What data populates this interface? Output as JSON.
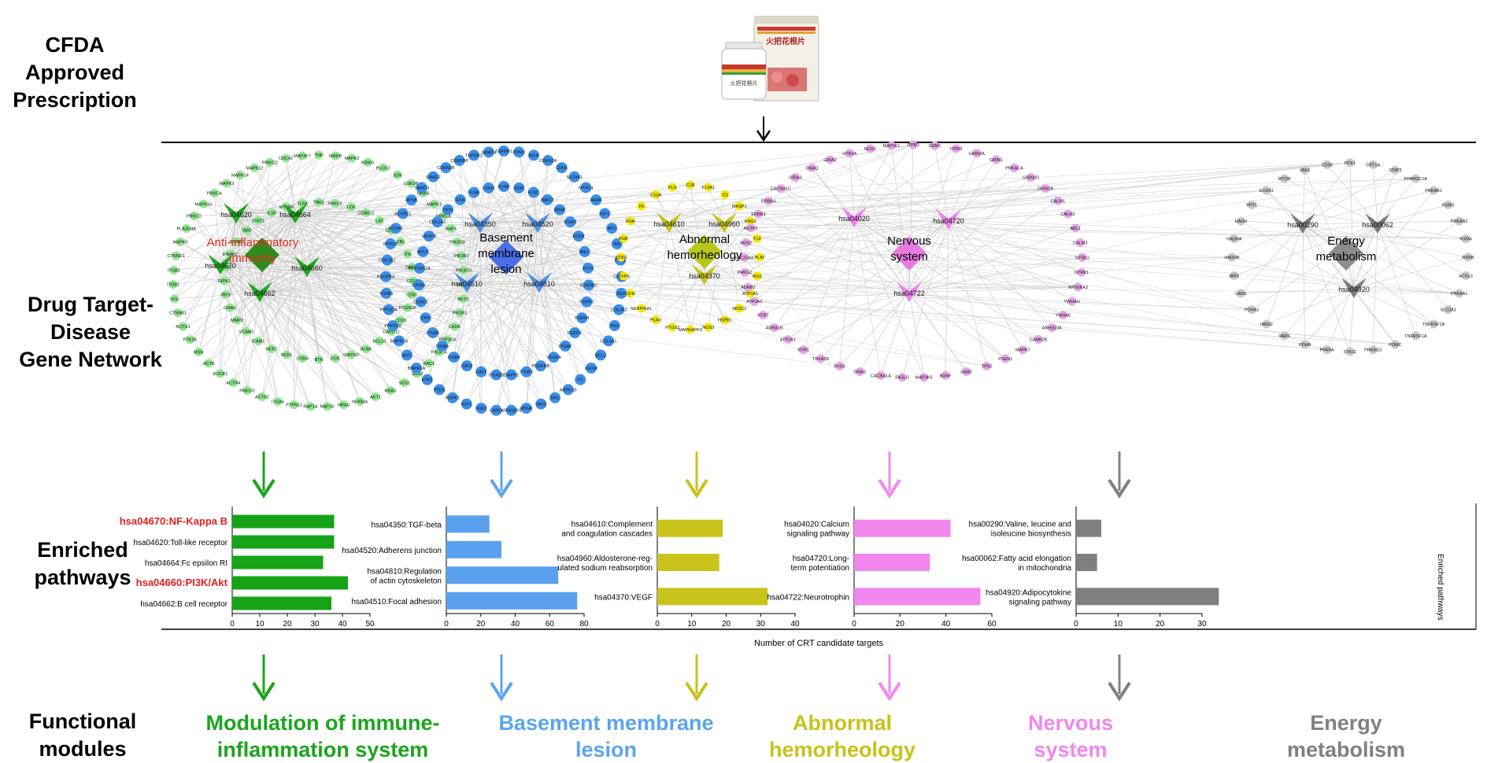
{
  "rows": {
    "prescription": "CFDA Approved\nPrescription",
    "network": "Drug Target-\nDisease\nGene Network",
    "pathways": "Enriched\npathways",
    "modules": "Functional\nmodules"
  },
  "product": {
    "box_label": "火把花根片",
    "bottle_label": "火把花根片"
  },
  "network": {
    "clusters": [
      {
        "id": "immune",
        "color": "#1fa71f",
        "node_color": "#8fe88f",
        "hub_label": "Anti-inflammatory\nimmunity",
        "hub_color": "#2e8b1e",
        "hub_text_color": "#e0301e",
        "pathways": [
          "hsa04620",
          "hsa04664",
          "hsa04670",
          "hsa04660",
          "hsa04662"
        ],
        "genes": [
          "TNF",
          "IKBKB",
          "MAPK3",
          "IKBKG",
          "PLCG2",
          "JUN",
          "GSK3B",
          "NRAS",
          "MAPK1",
          "PRKCB",
          "RAF1",
          "PIK3CB",
          "PIK3R2",
          "PIK3CG",
          "PIK3R3",
          "AKT2",
          "PIK3R1",
          "CHUK",
          "PPP3CA",
          "PIK3CA",
          "RAC1",
          "SOS2",
          "SOS1",
          "KRAS",
          "AKT1",
          "NFKBIA",
          "HRAS",
          "RAP1B",
          "RAP1A",
          "PTPN11",
          "ITGA4",
          "ACTN2",
          "PRKCG",
          "ACTN4",
          "ROCK1",
          "ACTB",
          "MSN",
          "PTK2B",
          "ACTG1",
          "CTNNB1",
          "VCL",
          "ITGB1",
          "ITGB2",
          "CTNND1",
          "MAPK8",
          "PLA2G4A",
          "PRKCD",
          "MAPK10",
          "PRKCA",
          "MAPK9",
          "MAPK14",
          "MAPK12",
          "PRKCQ",
          "CDC42",
          "MAP3K7"
        ],
        "inner_genes": [
          "TBK1",
          "PRKCE",
          "LCK",
          "CD40LG",
          "LAT",
          "CDK4",
          "CBL",
          "ITK",
          "ZAP70",
          "CD247",
          "CD81",
          "FCGR2B",
          "CD19",
          "CARD11",
          "BCL10",
          "BLNK",
          "INPP5D",
          "FOS",
          "BTK",
          "CYBA",
          "NCF1",
          "NCF2",
          "ICAM1",
          "VCAM1",
          "MMP2",
          "GNAQ",
          "IRF3",
          "RIPK1",
          "IKBKE",
          "IFNAR2",
          "IFNAR1",
          "TAB2",
          "STAT1",
          "IL1B",
          "MYD88",
          "TLR4"
        ]
      },
      {
        "id": "basement",
        "color": "#4b8ee0",
        "node_color": "#3b8ee8",
        "hub_label": "Basement\nmembrane\nlesion",
        "hub_color": "#4a6fe8",
        "hub_text_color": "#000000",
        "pathways": [
          "hsa04350",
          "hsa04520",
          "hsa04510",
          "hsa04810"
        ],
        "genes": [
          "TGFBR1",
          "ITPR2",
          "INSR",
          "CDKN2A",
          "CDH1",
          "SLC9A1",
          "MYH14",
          "ARAF",
          "IGF1",
          "APC",
          "INS",
          "PFN1",
          "COL4A1",
          "RDX",
          "COL4A2",
          "FN1",
          "COL6A1",
          "BCL2",
          "IGF1R",
          "F2",
          "ARPC1B",
          "SRC",
          "VAV3",
          "MYH9",
          "ARHGEF6",
          "LIMK1",
          "FGF2",
          "IGF1",
          "PDPK1",
          "PTEN",
          "RTK2",
          "BMPR1A",
          "MYC",
          "BMPR1B",
          "PPP2CB",
          "PPP2CA",
          "TGFB1",
          "PDGFRA",
          "COL1A1",
          "PPP1R",
          "ACVR1",
          "ACVRL1",
          "RPSB",
          "SMAD3",
          "SMAD2",
          "CDKN2B",
          "CREBBP",
          "TGFBR2",
          "SMAD4"
        ],
        "inner_genes": [
          "FLNB",
          "KDR",
          "FLNC",
          "BIRC2",
          "BRAF",
          "ITGA3",
          "EGFR",
          "MET",
          "FLT4",
          "BDKRB2",
          "FGFR3",
          "FGFR4",
          "FGFR1",
          "ITGAV",
          "VEGFA",
          "PDGFRB",
          "ITGB3",
          "DIAPH1",
          "ITGA2B",
          "CAV1",
          "CAV2",
          "ITGB4",
          "ITGB5",
          "ITGA5",
          "CRK",
          "CCND1",
          "EP300",
          "PPP1R12A",
          "MYLK",
          "VEGFB",
          "COL1A2",
          "DCN",
          "GSN",
          "FLNA",
          "CDH2"
        ]
      },
      {
        "id": "hemo",
        "color": "#c8c21a",
        "node_color": "#f5e800",
        "hub_label": "Abnormal\nhemorheology",
        "hub_color": "#b8c81a",
        "hub_text_color": "#000000",
        "pathways": [
          "hsa04610",
          "hsa04960",
          "hsa04370"
        ],
        "genes": [
          "C1R",
          "F13A1",
          "C3",
          "MASP1",
          "KNG1",
          "F12",
          "PLAT",
          "IRS1",
          "ATP1A1",
          "NR3C2",
          "HSPB1",
          "NOS3",
          "MAPKAPK3",
          "PTGS2",
          "PLAU",
          "SERPINA1",
          "CFH",
          "TFPI",
          "CD59",
          "FGB",
          "FGA",
          "F5",
          "C1QA",
          "PLG"
        ]
      },
      {
        "id": "nervous",
        "color": "#ee82ee",
        "node_color": "#e8a5e8",
        "hub_label": "Nervous\nsystem",
        "hub_color": "#e87ae0",
        "hub_text_color": "#000000",
        "pathways": [
          "hsa04020",
          "hsa04720",
          "hsa04722"
        ],
        "genes": [
          "ITPR1",
          "GRM1",
          "ITPR3",
          "GRIN2A",
          "GRIN1",
          "PRKACA",
          "GRIN2D",
          "GRIN2B",
          "CALM1",
          "CALM2",
          "ABL1",
          "CALM3",
          "NTRK2",
          "NTRK1",
          "RPS6KA3",
          "YWHAG",
          "YWHAE",
          "ARHGDIA",
          "CAMK2B",
          "MAPK7",
          "PSEN1",
          "TP53",
          "GAB1",
          "BDNF",
          "MAP3K5",
          "FASLG",
          "CACNA1A",
          "GNAS",
          "RYR2",
          "TBXA2R",
          "RYR1",
          "ATP2A1",
          "ADRA1B",
          "HTR7",
          "ATP2A2",
          "ADRB2",
          "PHKG2",
          "SLC25A4",
          "NOS2",
          "AGTR1",
          "ERBB3",
          "ERBB4",
          "CACNA1C",
          "GRIA3",
          "GNAQ",
          "GRIA2",
          "HTR2A",
          "NOS1",
          "MAP3K1"
        ]
      },
      {
        "id": "energy",
        "color": "#7a7a7a",
        "node_color": "#c8c8c8",
        "hub_label": "Energy\nmetabolism",
        "hub_color": "#8c8c8c",
        "hub_text_color": "#000000",
        "pathways": [
          "hsa00290",
          "hsa00062",
          "hsa04920"
        ],
        "genes": [
          "PCK1",
          "CPT1A",
          "STAT3",
          "PPARGC1A",
          "PRKAB1",
          "RXRG",
          "PRKAB2",
          "RXRA",
          "RXRB",
          "ACSL3",
          "PRKAA1",
          "SLC2A1",
          "TNFRSF1B",
          "TNFRSF1A",
          "POMC",
          "PRKAG2",
          "STK11",
          "PPARA",
          "PDHB",
          "VARS",
          "IARS2",
          "PDHA1",
          "LARS",
          "IARS",
          "HADHB",
          "HADHA",
          "HADH",
          "PPT1",
          "ECHS1",
          "MTOR",
          "JAK2",
          "CD36"
        ]
      }
    ]
  },
  "x_axis_label": "Number of CRT candidate targets",
  "right_axis_label": "Enriched pathways",
  "chart_data": [
    {
      "type": "bar",
      "orientation": "horizontal",
      "color": "#17a317",
      "categories": [
        "hsa04670:NF-Kappa B",
        "hsa04620:Toll-like receptor",
        "hsa04664:Fc epsilon RI",
        "hsa04660:PI3K/Akt",
        "hsa04662:B cell receptor"
      ],
      "highlight": [
        true,
        false,
        false,
        true,
        false
      ],
      "highlight_color": "#e02020",
      "values": [
        37,
        37,
        33,
        42,
        36
      ],
      "xlim": [
        0,
        50
      ],
      "xticks": [
        0,
        10,
        20,
        30,
        40,
        50
      ]
    },
    {
      "type": "bar",
      "orientation": "horizontal",
      "color": "#5aa0ee",
      "categories": [
        "hsa04350:TGF-beta",
        "hsa04520:Adherens junction",
        "hsa04810:Regulation\nof actin cytoskeleton",
        "hsa04510:Focal adhesion"
      ],
      "values": [
        25,
        32,
        65,
        76
      ],
      "xlim": [
        0,
        80
      ],
      "xticks": [
        0,
        20,
        40,
        60,
        80
      ]
    },
    {
      "type": "bar",
      "orientation": "horizontal",
      "color": "#c9c31b",
      "categories": [
        "hsa04610:Complement\nand coagulation cascades",
        "hsa04960:Aldosterone-reg-\nulated sodium reabsorption",
        "hsa04370:VEGF"
      ],
      "values": [
        19,
        18,
        32
      ],
      "xlim": [
        0,
        40
      ],
      "xticks": [
        0,
        10,
        20,
        30,
        40
      ]
    },
    {
      "type": "bar",
      "orientation": "horizontal",
      "color": "#f287ee",
      "categories": [
        "hsa04020:Calcium\nsignaling pathway",
        "hsa04720:Long-\nterm potentiation",
        "hsa04722:Neurotrophin"
      ],
      "values": [
        42,
        33,
        55
      ],
      "xlim": [
        0,
        60
      ],
      "xticks": [
        0,
        20,
        40,
        60
      ]
    },
    {
      "type": "bar",
      "orientation": "horizontal",
      "color": "#7f7f7f",
      "categories": [
        "hsa00290:Valine, leucine and\nisoleucine biosynthesis",
        "hsa00062:Fatty acid elongation\nin mitochondria",
        "hsa04920:Adipocytokine\nsignaling pathway"
      ],
      "values": [
        6,
        5,
        34
      ],
      "xlim": [
        0,
        30
      ],
      "xticks": [
        0,
        10,
        20,
        30
      ]
    }
  ],
  "modules": [
    {
      "label": "Modulation of immune-\ninflammation system",
      "color": "#1aa51a"
    },
    {
      "label": "Basement membrane\nlesion",
      "color": "#5aa5ee"
    },
    {
      "label": "Abnormal\nhemorheology",
      "color": "#c8c21a"
    },
    {
      "label": "Nervous\nsystem",
      "color": "#f287ee"
    },
    {
      "label": "Energy\nmetabolism",
      "color": "#808080"
    }
  ]
}
